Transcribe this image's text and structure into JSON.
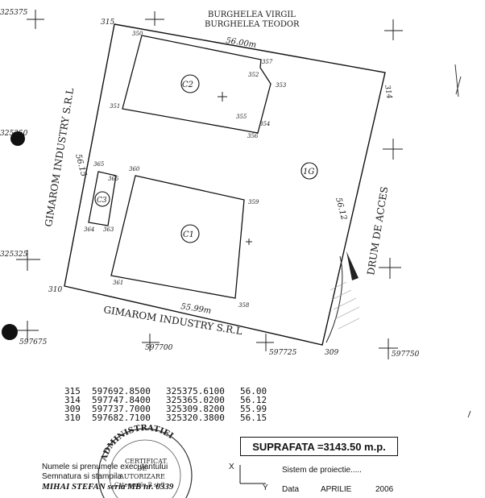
{
  "parcel": {
    "neighbor_north_1": "BURGHELEA VIRGIL",
    "neighbor_north_2": "BURGHELEA TEODOR",
    "neighbor_west": "GIMAROM INDUSTRY S.R.L",
    "neighbor_south": "GIMAROM INDUSTRY S.R.L",
    "neighbor_east": "DRUM DE ACCES",
    "side_north": "56.00m",
    "side_west": "56.15",
    "side_east": "56.12",
    "side_south": "55.99m",
    "lot_label": "1G"
  },
  "corners": {
    "p315": "315",
    "p314": "314",
    "p309": "309",
    "p310": "310"
  },
  "buildings": {
    "c2": {
      "label": "C2",
      "points": [
        "350",
        "351",
        "352",
        "353",
        "354",
        "355",
        "356",
        "357"
      ]
    },
    "c1": {
      "label": "C1",
      "points": [
        "360",
        "359",
        "358",
        "361"
      ]
    },
    "c3": {
      "label": "C3",
      "points": [
        "365",
        "366",
        "364",
        "363"
      ]
    }
  },
  "grid": {
    "top_left_y": "325375",
    "mid_left_y1": "325350",
    "mid_left_y2": "325325",
    "left_bottom_x": "597675",
    "x_700": "597700",
    "x_725": "597725",
    "x_750": "597750"
  },
  "coordinates": [
    {
      "point": "315",
      "x": "597692.8500",
      "y": "325375.6100",
      "d": "56.00"
    },
    {
      "point": "314",
      "x": "597747.8400",
      "y": "325365.0200",
      "d": "56.12"
    },
    {
      "point": "309",
      "x": "597737.7000",
      "y": "325309.8200",
      "d": "55.99"
    },
    {
      "point": "310",
      "x": "597682.7100",
      "y": "325320.3800",
      "d": "56.15"
    }
  ],
  "area": "SUPRAFATA =3143.50 m.p.",
  "footer": {
    "executant": "Numele si prenumele executantului",
    "semnatura": "Semnatura si stampila",
    "name": "MIHAI STEFAN seria MB nr. 0339",
    "x_label": "X",
    "y_label": "Y",
    "sistem": "Sistem de proiectie.....",
    "data_label": "Data",
    "month": "APRILIE",
    "year": "2006"
  },
  "stamp": {
    "top": "ADMINISTRATIEI",
    "line1": "CERTIFICAT",
    "line2": "DE",
    "line3": "AUTORIZARE",
    "line4": "Categoriile B si C"
  }
}
